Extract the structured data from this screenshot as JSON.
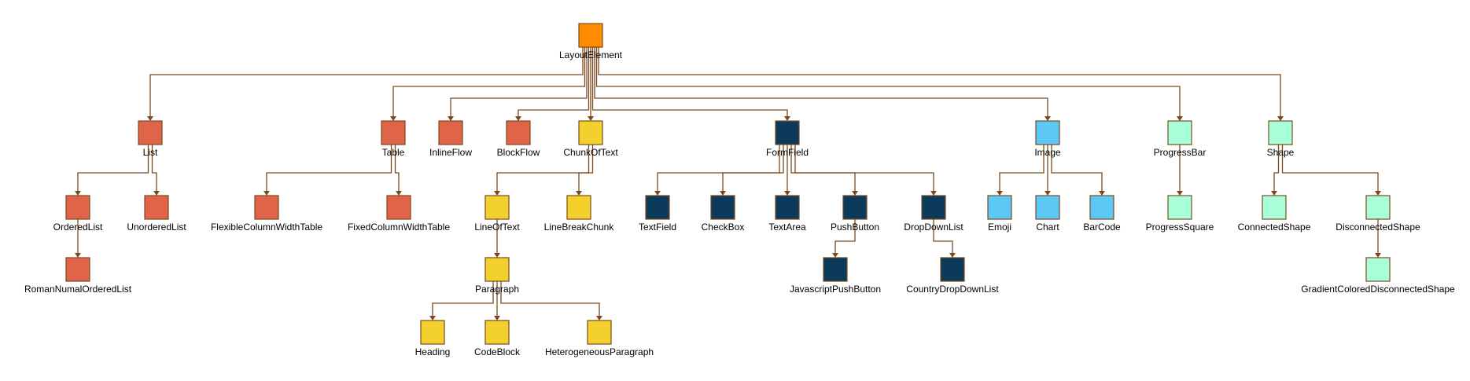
{
  "diagram": {
    "type": "class-hierarchy",
    "root": "LayoutElement",
    "nodes": [
      {
        "id": "LayoutElement",
        "label": "LayoutElement",
        "group": "root"
      },
      {
        "id": "List",
        "label": "List",
        "group": "block"
      },
      {
        "id": "Table",
        "label": "Table",
        "group": "block"
      },
      {
        "id": "InlineFlow",
        "label": "InlineFlow",
        "group": "block"
      },
      {
        "id": "BlockFlow",
        "label": "BlockFlow",
        "group": "block"
      },
      {
        "id": "ChunkOfText",
        "label": "ChunkOfText",
        "group": "text"
      },
      {
        "id": "FormField",
        "label": "FormField",
        "group": "form"
      },
      {
        "id": "Image",
        "label": "Image",
        "group": "image"
      },
      {
        "id": "ProgressBar",
        "label": "ProgressBar",
        "group": "shape"
      },
      {
        "id": "Shape",
        "label": "Shape",
        "group": "shape"
      },
      {
        "id": "OrderedList",
        "label": "OrderedList",
        "group": "block"
      },
      {
        "id": "UnorderedList",
        "label": "UnorderedList",
        "group": "block"
      },
      {
        "id": "FlexibleColumnWidthTable",
        "label": "FlexibleColumnWidthTable",
        "group": "block"
      },
      {
        "id": "FixedColumnWidthTable",
        "label": "FixedColumnWidthTable",
        "group": "block"
      },
      {
        "id": "LineOfText",
        "label": "LineOfText",
        "group": "text"
      },
      {
        "id": "LineBreakChunk",
        "label": "LineBreakChunk",
        "group": "text"
      },
      {
        "id": "TextField",
        "label": "TextField",
        "group": "form"
      },
      {
        "id": "CheckBox",
        "label": "CheckBox",
        "group": "form"
      },
      {
        "id": "TextArea",
        "label": "TextArea",
        "group": "form"
      },
      {
        "id": "PushButton",
        "label": "PushButton",
        "group": "form"
      },
      {
        "id": "DropDownList",
        "label": "DropDownList",
        "group": "form"
      },
      {
        "id": "Emoji",
        "label": "Emoji",
        "group": "image"
      },
      {
        "id": "Chart",
        "label": "Chart",
        "group": "image"
      },
      {
        "id": "BarCode",
        "label": "BarCode",
        "group": "image"
      },
      {
        "id": "ProgressSquare",
        "label": "ProgressSquare",
        "group": "shape"
      },
      {
        "id": "ConnectedShape",
        "label": "ConnectedShape",
        "group": "shape"
      },
      {
        "id": "DisconnectedShape",
        "label": "DisconnectedShape",
        "group": "shape"
      },
      {
        "id": "RomanNumalOrderedList",
        "label": "RomanNumalOrderedList",
        "group": "block"
      },
      {
        "id": "Paragraph",
        "label": "Paragraph",
        "group": "text"
      },
      {
        "id": "JavascriptPushButton",
        "label": "JavascriptPushButton",
        "group": "form"
      },
      {
        "id": "CountryDropDownList",
        "label": "CountryDropDownList",
        "group": "form"
      },
      {
        "id": "GradientColoredDisconnectedShape",
        "label": "GradientColoredDisconnectedShape",
        "group": "shape"
      },
      {
        "id": "Heading",
        "label": "Heading",
        "group": "text"
      },
      {
        "id": "CodeBlock",
        "label": "CodeBlock",
        "group": "text"
      },
      {
        "id": "HeterogeneousParagraph",
        "label": "HeterogeneousParagraph",
        "group": "text"
      }
    ],
    "edges": [
      [
        "LayoutElement",
        "List"
      ],
      [
        "LayoutElement",
        "Table"
      ],
      [
        "LayoutElement",
        "InlineFlow"
      ],
      [
        "LayoutElement",
        "BlockFlow"
      ],
      [
        "LayoutElement",
        "ChunkOfText"
      ],
      [
        "LayoutElement",
        "FormField"
      ],
      [
        "LayoutElement",
        "Image"
      ],
      [
        "LayoutElement",
        "ProgressBar"
      ],
      [
        "LayoutElement",
        "Shape"
      ],
      [
        "List",
        "OrderedList"
      ],
      [
        "List",
        "UnorderedList"
      ],
      [
        "OrderedList",
        "RomanNumalOrderedList"
      ],
      [
        "Table",
        "FlexibleColumnWidthTable"
      ],
      [
        "Table",
        "FixedColumnWidthTable"
      ],
      [
        "ChunkOfText",
        "LineOfText"
      ],
      [
        "ChunkOfText",
        "LineBreakChunk"
      ],
      [
        "LineOfText",
        "Paragraph"
      ],
      [
        "Paragraph",
        "Heading"
      ],
      [
        "Paragraph",
        "CodeBlock"
      ],
      [
        "Paragraph",
        "HeterogeneousParagraph"
      ],
      [
        "FormField",
        "TextField"
      ],
      [
        "FormField",
        "CheckBox"
      ],
      [
        "FormField",
        "TextArea"
      ],
      [
        "FormField",
        "PushButton"
      ],
      [
        "FormField",
        "DropDownList"
      ],
      [
        "PushButton",
        "JavascriptPushButton"
      ],
      [
        "DropDownList",
        "CountryDropDownList"
      ],
      [
        "Image",
        "Emoji"
      ],
      [
        "Image",
        "Chart"
      ],
      [
        "Image",
        "BarCode"
      ],
      [
        "ProgressBar",
        "ProgressSquare"
      ],
      [
        "Shape",
        "ConnectedShape"
      ],
      [
        "Shape",
        "DisconnectedShape"
      ],
      [
        "DisconnectedShape",
        "GradientColoredDisconnectedShape"
      ]
    ],
    "colors": {
      "root": "#ff8c00",
      "block": "#e0644a",
      "text": "#f4d02c",
      "form": "#0b3a5a",
      "image": "#5bc8f5",
      "shape": "#a8ffd9",
      "edge": "#7a4a1f"
    }
  }
}
